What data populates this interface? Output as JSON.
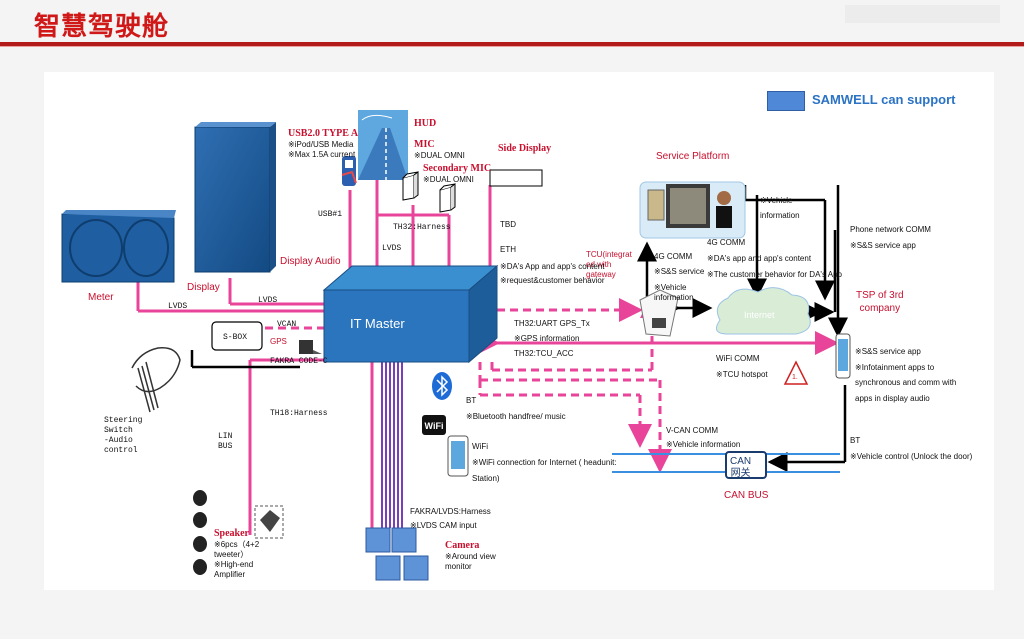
{
  "page": {
    "title": "智慧驾驶舱"
  },
  "legend": {
    "label": "SAMWELL can support",
    "color": "#4f88d6"
  },
  "nodes": {
    "meter": "Meter",
    "display": "Display",
    "display_audio": "Display Audio",
    "usb_title": "USB2.0 TYPE A",
    "usb_note1": "※iPod/USB Media",
    "usb_note2": "※Max 1.5A current",
    "hud": "HUD",
    "mic": "MIC",
    "mic_note": "※DUAL OMNI",
    "secondary_mic": "Secondary MIC",
    "secondary_mic_note": "※DUAL OMNI",
    "side_display": "Side Display",
    "service_platform": "Service Platform",
    "it_master": "IT Master",
    "sbox": "S-BOX",
    "gps": "GPS",
    "fakra_code": "FAKRA CODE-C",
    "steering": "Steering\nSwitch\n-Audio\ncontrol",
    "lin_bus": "LIN\nBUS",
    "speaker_title": "Speaker",
    "speaker_note1": "※6pcs（4+2",
    "speaker_note2": "tweeter）",
    "speaker_note3": "※High-end",
    "speaker_note4": "Amplifier",
    "camera_title": "Camera",
    "camera_note1": "※Around view",
    "camera_note2": "monitor",
    "tcu": "TCU(integrat\ned with\ngateway",
    "internet": "Internet",
    "tsp": "TSP of 3rd\ncompany",
    "can": "CAN\n网关",
    "can_bus": "CAN BUS"
  },
  "links": {
    "lvds_meter": "LVDS",
    "lvds_display": "LVDS",
    "lvds_hud": "LVDS",
    "usb1": "USB#1",
    "th32_harness": "TH32:Harness",
    "tbd": "TBD",
    "eth": "ETH",
    "eth_note1": "※DA's App and app's content",
    "eth_note2": "※request&customer behavior",
    "vcan": "VCAN",
    "th32_uart": "TH32:UART  GPS_Tx",
    "gps_info": "※GPS information",
    "th32_tcu": "TH32:TCU_ACC",
    "th18": "TH18:Harness",
    "bt_label": "BT",
    "bt_note": "※Bluetooth handfree/ music",
    "wifi_label": "WiFi",
    "wifi_note1": "※WiFi  connection for Internet ( headunit:",
    "wifi_note2": "Station)",
    "fakra_lvds": "FAKRA/LVDS:Harness",
    "lvds_cam": "※LVDS CAM input",
    "vcan_comm": "V-CAN COMM",
    "vehicle_info_can": "※Vehicle information",
    "wifi_comm": "WiFi COMM",
    "tcu_hotspot": "※TCU hotspot",
    "comm4g_a": "4G COMM",
    "comm4g_a_note": "※S&S service",
    "vehicle_info_tcu": "※Vehicle\ninformation",
    "comm4g_b": "4G COMM",
    "comm4g_b_note1": "※DA's app and app's content",
    "comm4g_b_note2": "※The customer behavior for DA's App",
    "vehicle_info_sp": "※Vehicle\ninformation",
    "phone_net": "Phone network COMM",
    "phone_net_note": "※S&S service app",
    "phone_note1": "※S&S service app",
    "phone_note2": "※Infotainment apps to",
    "phone_note3": "synchronous and comm with",
    "phone_note4": "apps in display audio",
    "bt_phone": "BT",
    "vehicle_control": "※Vehicle control (Unlock the door)",
    "warn_num": "1."
  }
}
